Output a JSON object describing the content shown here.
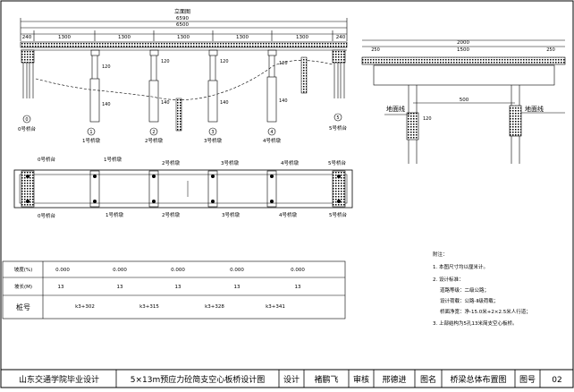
{
  "elevation": {
    "title": "立面图",
    "dims_total": [
      "6590",
      "6500"
    ],
    "spans": [
      "240",
      "1300",
      "1300",
      "1300",
      "1300",
      "1300",
      "240"
    ],
    "pier_labels": [
      "0",
      "1",
      "2",
      "3",
      "4",
      "5"
    ],
    "abutment_left": "0号桥台",
    "abutment_right": "5号桥台",
    "pier_names": [
      "1号桥墩",
      "2号桥墩",
      "3号桥墩",
      "4号桥墩"
    ],
    "heights": [
      "120",
      "140",
      "120",
      "140",
      "120",
      "140",
      "120",
      "140"
    ]
  },
  "section": {
    "dims": [
      "2000",
      "1500",
      "250",
      "250"
    ],
    "pile_dim": "500",
    "ground_left": "地面线",
    "ground_right": "地面线",
    "small_dim": "120"
  },
  "plan": {
    "top_labels": [
      "0号桥台",
      "1号桥墩",
      "2号桥墩",
      "3号桥墩",
      "4号桥墩",
      "5号桥台"
    ],
    "bottom_labels": [
      "0号桥台",
      "1号桥墩",
      "2号桥墩",
      "3号桥墩",
      "4号桥墩",
      "5号桥台"
    ]
  },
  "profile_table": {
    "rows": [
      {
        "label": "坡度(%)",
        "values": [
          "0.000",
          "0.000",
          "0.000",
          "0.000",
          "0.000"
        ]
      },
      {
        "label": "坡长(M)",
        "values": [
          "13",
          "13",
          "13",
          "13",
          "13"
        ]
      },
      {
        "label": "桩号",
        "values": [
          "k3+302",
          "k3+315",
          "k3+328",
          "k3+341"
        ]
      }
    ]
  },
  "notes": {
    "heading": "附注：",
    "items": [
      "1. 本图尺寸均以厘米计。",
      "2. 设计标准：",
      "道路等级：二级公路；",
      "设计荷载：公路-Ⅱ级荷载；",
      "桥面净宽：净-15.0米+2×2.5米人行道；",
      "3. 上部结构为5孔13米简支空心板桥。"
    ]
  },
  "title_block": {
    "school": "山东交通学院毕业设计",
    "project": "5×13m预应力砼简支空心板桥设计图",
    "design_label": "设计",
    "designer": "褚鹏飞",
    "review_label": "审核",
    "reviewer": "邢德进",
    "drawing_name_label": "图名",
    "drawing_name": "桥梁总体布置图",
    "drawing_no_label": "图号",
    "drawing_no": "02"
  }
}
